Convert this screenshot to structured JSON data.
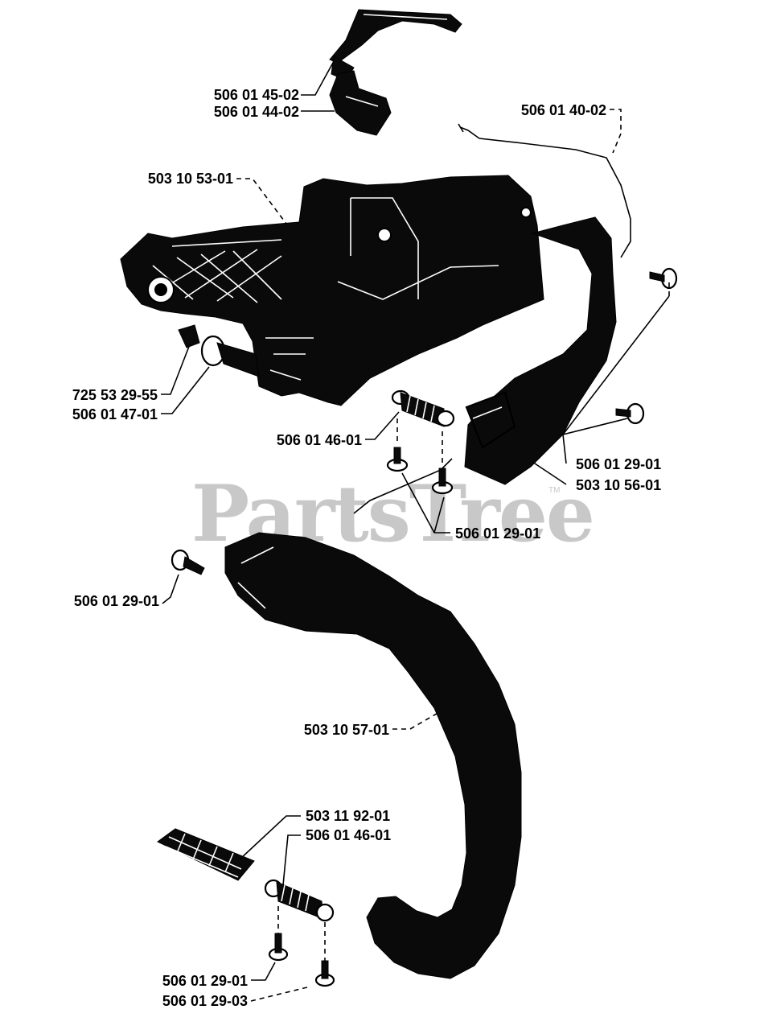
{
  "watermark": {
    "text": "PartsTree",
    "tm": "TM"
  },
  "labels": {
    "l_506_01_45_02": "506 01 45-02",
    "l_506_01_44_02": "506 01 44-02",
    "l_506_01_40_02": "506 01 40-02",
    "l_503_10_53_01": "503 10 53-01",
    "l_725_53_29_55": "725 53 29-55",
    "l_506_01_47_01": "506 01 47-01",
    "l_506_01_46_01_a": "506 01 46-01",
    "l_506_01_29_01_a": "506 01 29-01",
    "l_503_10_56_01": "503 10 56-01",
    "l_506_01_29_01_b": "506 01 29-01",
    "l_506_01_29_01_c": "506 01 29-01",
    "l_503_10_57_01": "503 10 57-01",
    "l_503_11_92_01": "503 11 92-01",
    "l_506_01_46_01_b": "506 01 46-01",
    "l_506_01_29_01_d": "506 01 29-01",
    "l_506_01_29_03": "506 01 29-03"
  }
}
